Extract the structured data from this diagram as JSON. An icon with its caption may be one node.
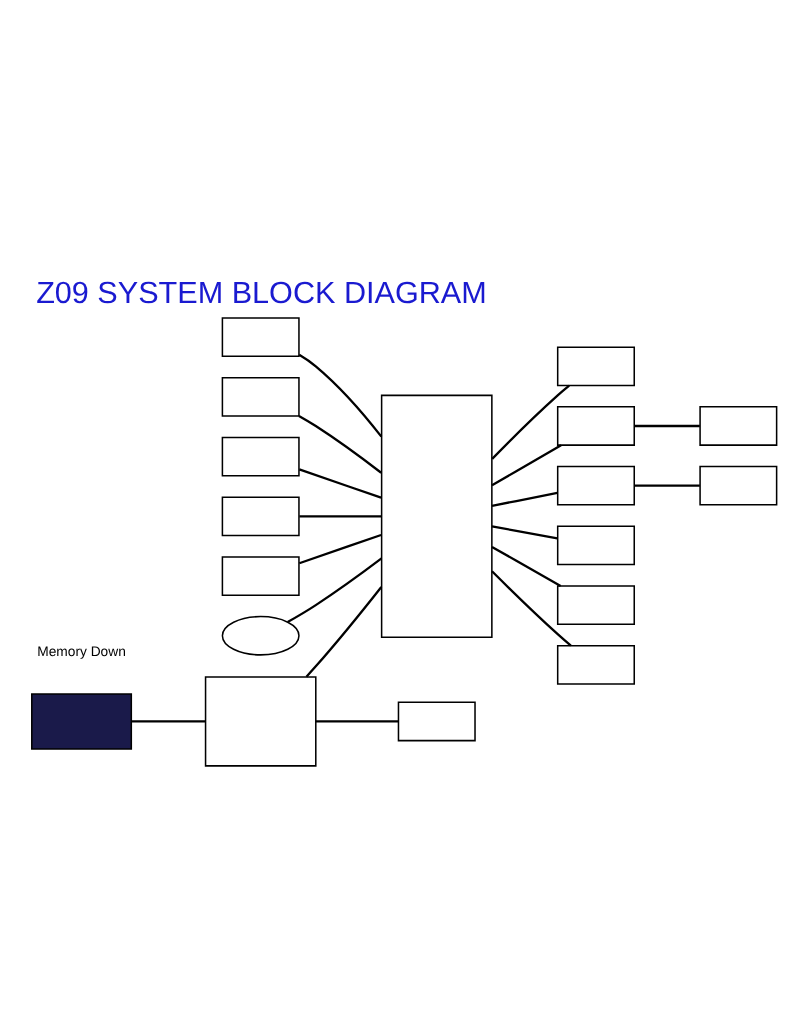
{
  "diagram": {
    "title": "Z09 SYSTEM BLOCK DIAGRAM",
    "nodes": [
      {
        "text": [],
        "shape": "box"
      },
      {
        "text": [],
        "shape": "box"
      },
      {
        "text": [],
        "shape": "box"
      },
      {
        "text": [],
        "shape": "box"
      },
      {
        "text": [],
        "shape": "box"
      },
      {
        "text": [],
        "shape": "box"
      },
      {
        "text": [],
        "shape": "box"
      },
      {
        "text": [],
        "shape": "box"
      },
      {
        "text": [],
        "shape": "circle"
      },
      {
        "text": [],
        "shape": "box"
      },
      {
        "text": [],
        "shape": "box"
      },
      {
        "text": [],
        "shape": "box"
      },
      {
        "text": [],
        "shape": "box"
      },
      {
        "text": [],
        "shape": "box"
      },
      {
        "text": [],
        "shape": "box"
      },
      {
        "text": [],
        "shape": "box"
      },
      {
        "text": [],
        "shape": "box"
      },
      {
        "text": [],
        "shape": "box"
      }
    ],
    "edges": [
      {
        "from": 2,
        "to": 0,
        "arrow": "none"
      },
      {
        "from": 0,
        "to": 1,
        "arrow": "none"
      },
      {
        "from": 0,
        "to": 9,
        "arrow": "none"
      },
      {
        "from": 3,
        "to": 1,
        "arrow": "none"
      },
      {
        "from": 4,
        "to": 1,
        "arrow": "none"
      },
      {
        "from": 5,
        "to": 1,
        "arrow": "none"
      },
      {
        "from": 6,
        "to": 1,
        "arrow": "none"
      },
      {
        "from": 7,
        "to": 1,
        "arrow": "none"
      },
      {
        "from": 8,
        "to": 1,
        "arrow": "none"
      },
      {
        "from": 1,
        "to": 10,
        "arrow": "none"
      },
      {
        "from": 1,
        "to": 12,
        "arrow": "none"
      },
      {
        "from": 12,
        "to": 11,
        "arrow": "none"
      },
      {
        "from": 1,
        "to": 14,
        "arrow": "none"
      },
      {
        "from": 14,
        "to": 13,
        "arrow": "none"
      },
      {
        "from": 1,
        "to": 15,
        "arrow": "none"
      },
      {
        "from": 1,
        "to": 16,
        "arrow": "none"
      },
      {
        "from": 1,
        "to": 17,
        "arrow": "none"
      }
    ],
    "labels": [
      "Memory Down"
    ]
  }
}
